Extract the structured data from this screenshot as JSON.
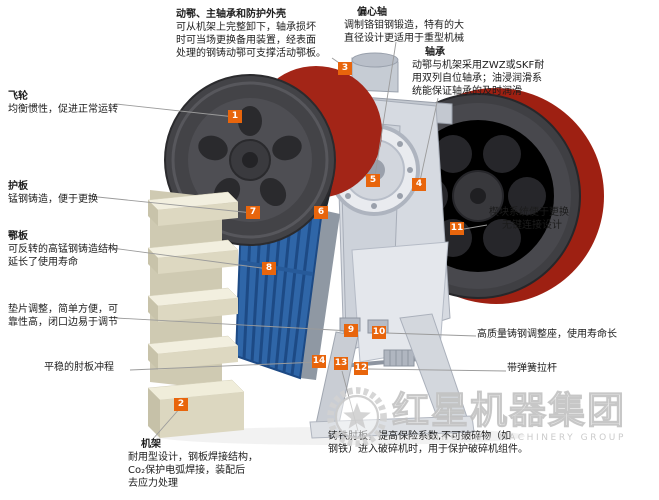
{
  "colors": {
    "accent": "#e8650c",
    "leader": "#9b9b9b",
    "text": "#1c1c1c"
  },
  "markers": [
    "1",
    "2",
    "3",
    "4",
    "5",
    "6",
    "7",
    "8",
    "9",
    "10",
    "11",
    "12",
    "13",
    "14"
  ],
  "labels": {
    "moving_jaw": {
      "title": "动鄂、主轴承和防护外壳",
      "line1": "可从机架上完整卸下，轴承损坏",
      "line2": "时可当场更换备用装置，经表面",
      "line3": "处理的钢铸动鄂可支撑活动鄂板。"
    },
    "eccentric": {
      "title": "偏心轴",
      "line1": "调制铬钼钢锻造，特有的大",
      "line2": "直径设计更适用于重型机械"
    },
    "bearing": {
      "title": "轴承",
      "line1": "动鄂与机架采用ZWZ或SKF耐",
      "line2": "用双列自位轴承；油浸润滑系",
      "line3": "统能保证轴承的及时润滑"
    },
    "flywheel": {
      "title": "飞轮",
      "line1": "均衡惯性，促进正常运转"
    },
    "guard_plate": {
      "title": "护板",
      "line1": "锰钢铸造，便于更换"
    },
    "jaw_plate": {
      "title": "鄂板",
      "line1": "可反转的高锰钢铸造结构",
      "line2": "延长了使用寿命"
    },
    "shim_adjust": {
      "line1": "垫片调整，简单方便，可",
      "line2": "靠性高，闭口边易于调节"
    },
    "toggle_stroke": {
      "line1": "平稳的肘板冲程"
    },
    "frame": {
      "title": "机架",
      "line1": "耐用型设计，钢板焊接结构，",
      "line2": "Co₂保护电弧焊接，装配后",
      "line3": "去应力处理"
    },
    "toggle_plate": {
      "line1": "铸铁肘板，提高保险系数,不可破碎物（如",
      "line2": "钢铁）进入破碎机时，用于保护破碎机组件。"
    },
    "wedge": {
      "line1": "楔块系统便于更换",
      "line2": "无键连接设计"
    },
    "adjust_seat": {
      "line1": "高质量铸钢调整座，使用寿命长"
    },
    "spring_rod": {
      "line1": "带弹簧拉杆"
    }
  },
  "watermark": {
    "cn": "红星机器集团",
    "en": "HONGXING MACHINERY GROUP"
  }
}
